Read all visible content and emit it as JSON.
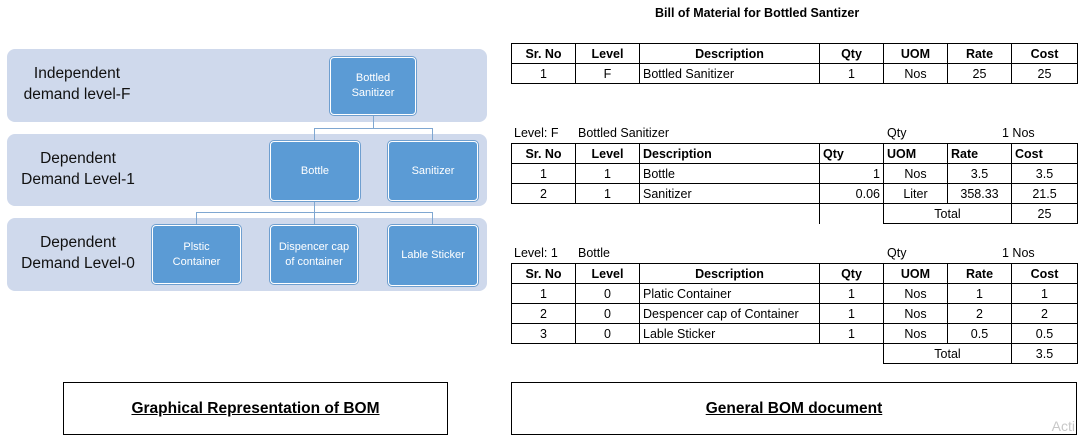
{
  "bom_title": "Bill of Material for Bottled Santizer",
  "levels": {
    "f_label": "Independent demand level-F",
    "l1_label": "Dependent Demand Level-1",
    "l0_label": "Dependent Demand Level-0"
  },
  "nodes": {
    "bottled_sanitizer": "Bottled Sanitizer",
    "bottle": "Bottle",
    "sanitizer": "Sanitizer",
    "plstic_container": "Plstic Container",
    "dispencer_cap": "Dispencer cap of container",
    "lable_sticker": "Lable Sticker"
  },
  "columns": [
    "Sr. No",
    "Level",
    "Description",
    "Qty",
    "UOM",
    "Rate",
    "Cost"
  ],
  "table_f": {
    "rows": [
      [
        "1",
        "F",
        "Bottled Sanitizer",
        "1",
        "Nos",
        "25",
        "25"
      ]
    ]
  },
  "table_1": {
    "level_label": "Level: F",
    "parent": "Bottled Sanitizer",
    "qty_label": "Qty",
    "qty_value": "1 Nos",
    "rows": [
      [
        "1",
        "1",
        "Bottle",
        "1",
        "Nos",
        "3.5",
        "3.5"
      ],
      [
        "2",
        "1",
        "Sanitizer",
        "0.06",
        "Liter",
        "358.33",
        "21.5"
      ]
    ],
    "total_label": "Total",
    "total_value": "25"
  },
  "table_0": {
    "level_label": "Level: 1",
    "parent": "Bottle",
    "qty_label": "Qty",
    "qty_value": "1 Nos",
    "rows": [
      [
        "1",
        "0",
        "Platic Container",
        "1",
        "Nos",
        "1",
        "1"
      ],
      [
        "2",
        "0",
        "Despencer cap of Container",
        "1",
        "Nos",
        "2",
        "2"
      ],
      [
        "3",
        "0",
        "Lable Sticker",
        "1",
        "Nos",
        "0.5",
        "0.5"
      ]
    ],
    "total_label": "Total",
    "total_value": "3.5"
  },
  "footers": {
    "left": "Graphical Representation of BOM",
    "right": "General BOM document"
  },
  "watermark": "Acti"
}
